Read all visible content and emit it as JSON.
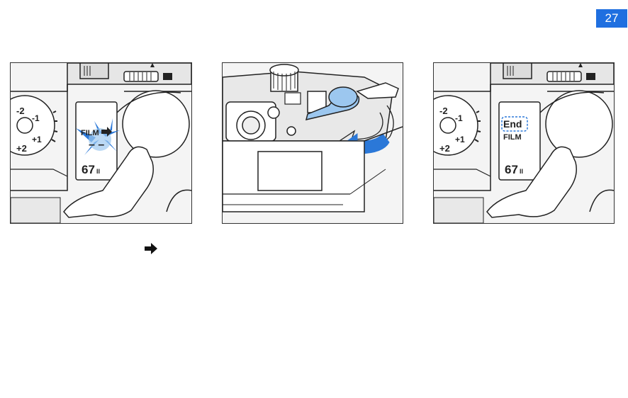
{
  "page": {
    "number": "27"
  },
  "panels": [
    {
      "lcd_label": "FILM",
      "lcd_segments": "– –",
      "model": "67",
      "model_suffix": "II"
    },
    {},
    {
      "lcd_label": "FILM",
      "lcd_end": "End",
      "model": "67",
      "model_suffix": "II"
    }
  ],
  "colors": {
    "accent": "#1f6fe0",
    "highlight": "#9cc7ef",
    "flash": "#2b78d8"
  },
  "icons": {
    "inline_arrow": "right-arrow-icon"
  }
}
